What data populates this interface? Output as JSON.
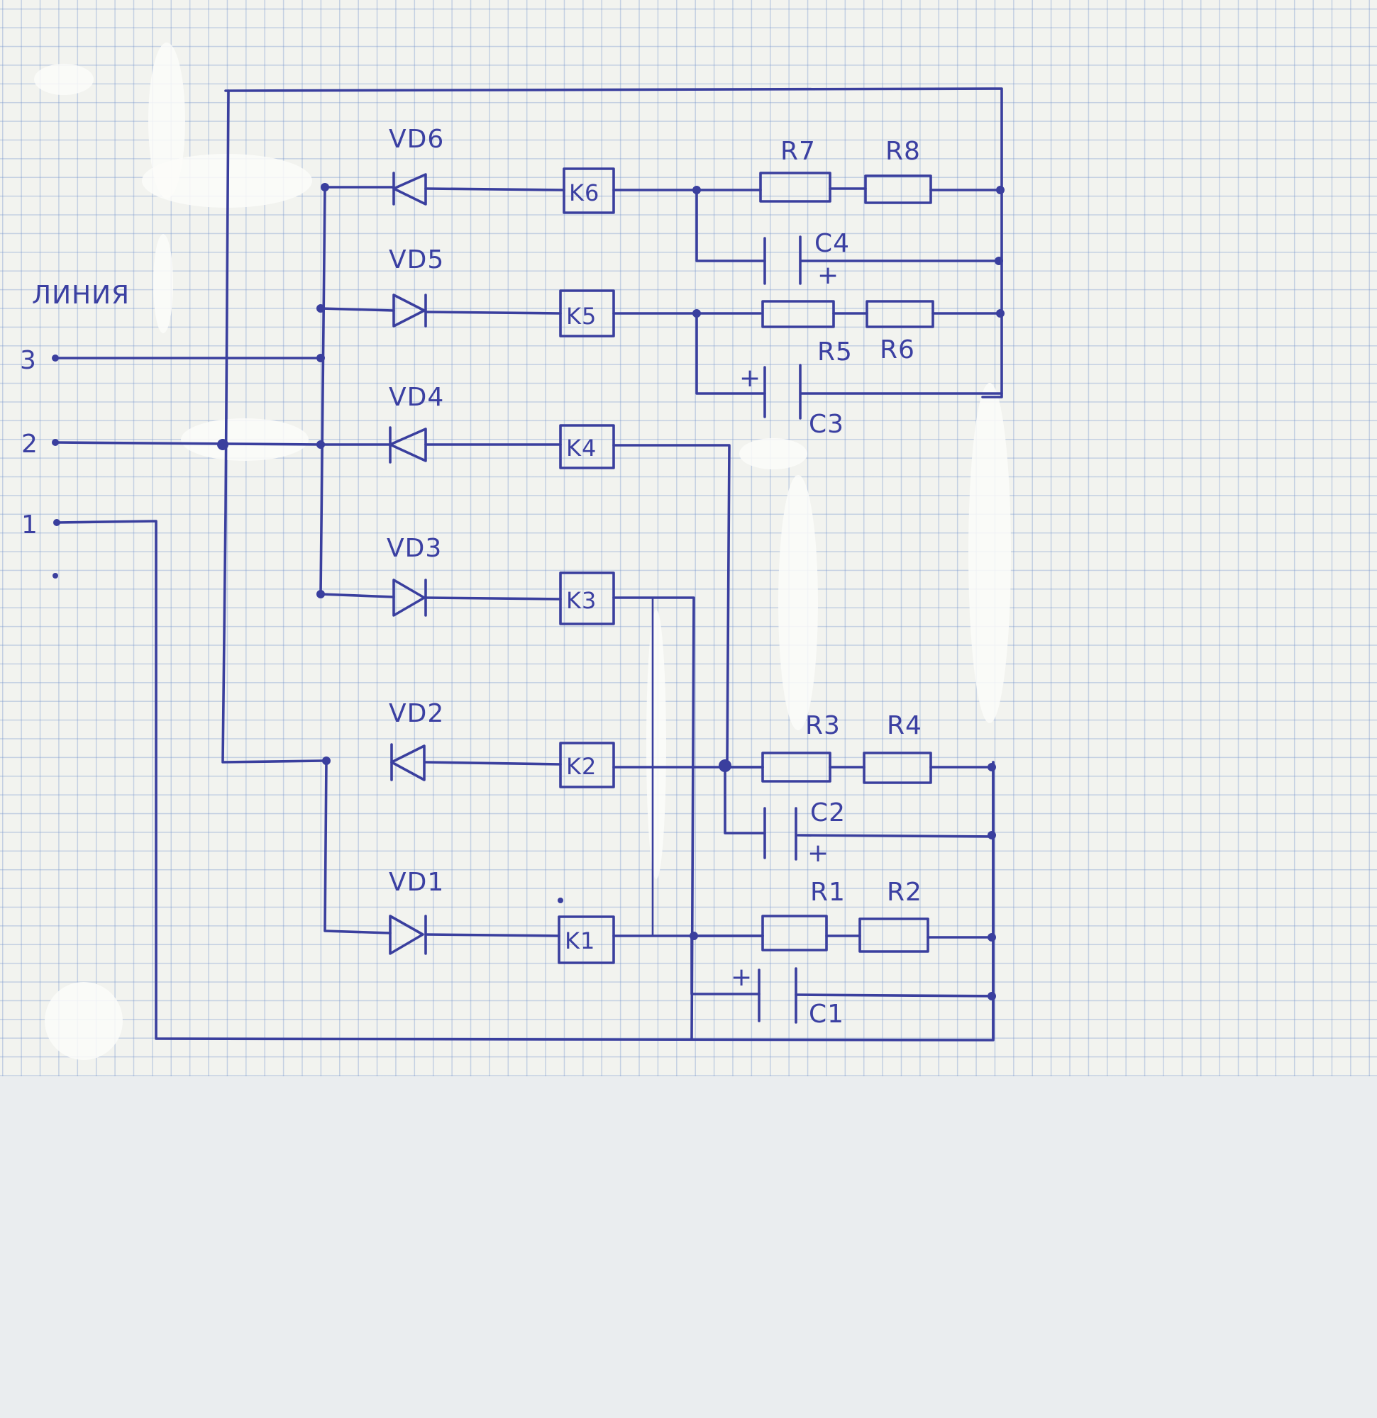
{
  "line_title": "ЛИНИЯ",
  "terminals": [
    {
      "id": "t3",
      "label": "3"
    },
    {
      "id": "t2",
      "label": "2"
    },
    {
      "id": "t1",
      "label": "1"
    }
  ],
  "diodes": [
    {
      "id": "vd6",
      "label": "VD6"
    },
    {
      "id": "vd5",
      "label": "VD5"
    },
    {
      "id": "vd4",
      "label": "VD4"
    },
    {
      "id": "vd3",
      "label": "VD3"
    },
    {
      "id": "vd2",
      "label": "VD2"
    },
    {
      "id": "vd1",
      "label": "VD1"
    }
  ],
  "relays": [
    {
      "id": "k6",
      "label": "K6"
    },
    {
      "id": "k5",
      "label": "K5"
    },
    {
      "id": "k4",
      "label": "K4"
    },
    {
      "id": "k3",
      "label": "K3"
    },
    {
      "id": "k2",
      "label": "K2"
    },
    {
      "id": "k1",
      "label": "K1"
    }
  ],
  "resistors": [
    {
      "id": "r7",
      "label": "R7"
    },
    {
      "id": "r8",
      "label": "R8"
    },
    {
      "id": "r5",
      "label": "R5"
    },
    {
      "id": "r6",
      "label": "R6"
    },
    {
      "id": "r3",
      "label": "R3"
    },
    {
      "id": "r4",
      "label": "R4"
    },
    {
      "id": "r1",
      "label": "R1"
    },
    {
      "id": "r2",
      "label": "R2"
    }
  ],
  "capacitors": [
    {
      "id": "c4",
      "label": "C4"
    },
    {
      "id": "c3",
      "label": "C3"
    },
    {
      "id": "c2",
      "label": "C2"
    },
    {
      "id": "c1",
      "label": "C1"
    }
  ],
  "polarity_mark": "+",
  "colors": {
    "ink": "#3a3f9e",
    "paper": "#f2f3ef",
    "grid": "#7896cd"
  }
}
